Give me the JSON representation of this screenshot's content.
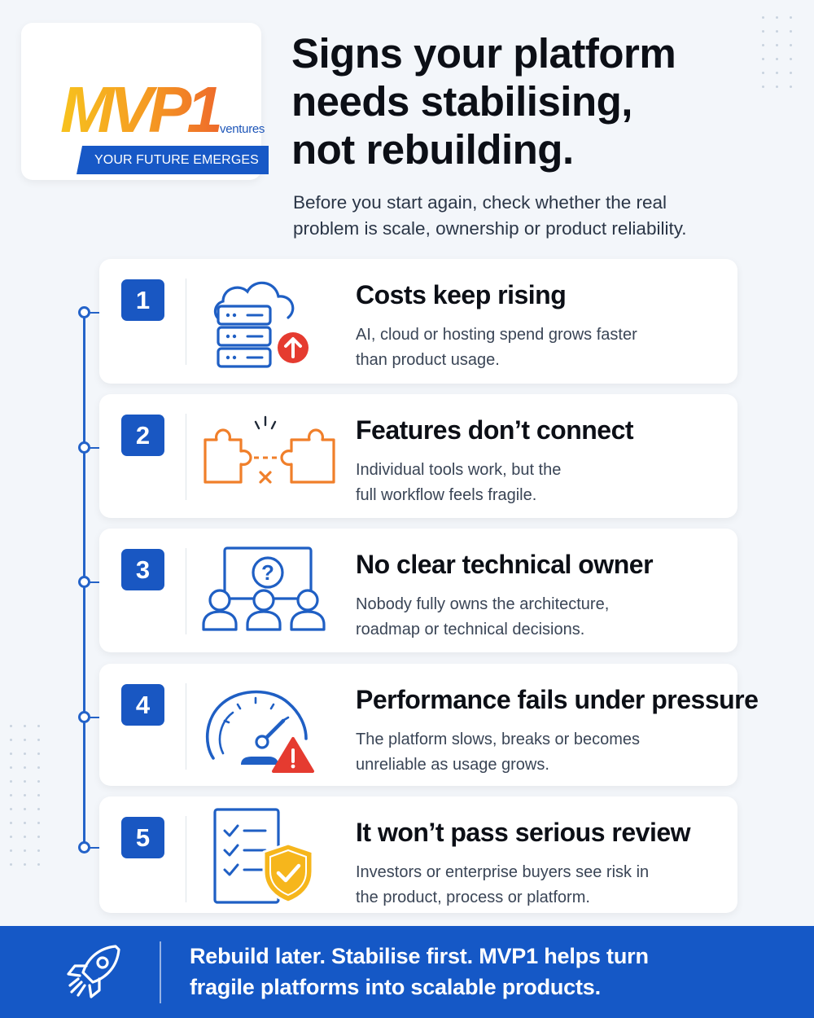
{
  "brand": {
    "logo_text": "MVP1",
    "ventures": "ventures",
    "tagline": "YOUR FUTURE EMERGES"
  },
  "headline": {
    "line1": "Signs your platform",
    "line2": "needs stabilising,",
    "line3": "not rebuilding."
  },
  "subtitle": {
    "line1": "Before you start again, check whether the real",
    "line2": "problem is scale, ownership or product reliability."
  },
  "items": [
    {
      "number": "1",
      "icon": "cloud-server-arrow-up-icon",
      "title": "Costs keep rising",
      "desc_line1": "AI, cloud or hosting spend grows faster",
      "desc_line2": "than product usage."
    },
    {
      "number": "2",
      "icon": "broken-puzzle-icon",
      "title": "Features don’t connect",
      "desc_line1": "Individual tools work, but the",
      "desc_line2": "full workflow feels fragile."
    },
    {
      "number": "3",
      "icon": "team-question-icon",
      "title": "No clear technical owner",
      "desc_line1": "Nobody fully owns the architecture,",
      "desc_line2": "roadmap or technical decisions."
    },
    {
      "number": "4",
      "icon": "speedometer-warning-icon",
      "title": "Performance fails under pressure",
      "desc_line1": "The platform slows, breaks or becomes",
      "desc_line2": "unreliable as usage grows."
    },
    {
      "number": "5",
      "icon": "checklist-shield-icon",
      "title": "It won’t pass serious review",
      "desc_line1": "Investors or enterprise buyers see risk in",
      "desc_line2": "the product, process or platform."
    }
  ],
  "footer": {
    "line1": "Rebuild later. Stabilise first. MVP1 helps turn",
    "line2": "fragile platforms into scalable products."
  },
  "colors": {
    "primary_blue": "#1558c6",
    "orange": "#f07f2a",
    "yellow": "#f6b61c",
    "alert_red": "#e53b30"
  }
}
